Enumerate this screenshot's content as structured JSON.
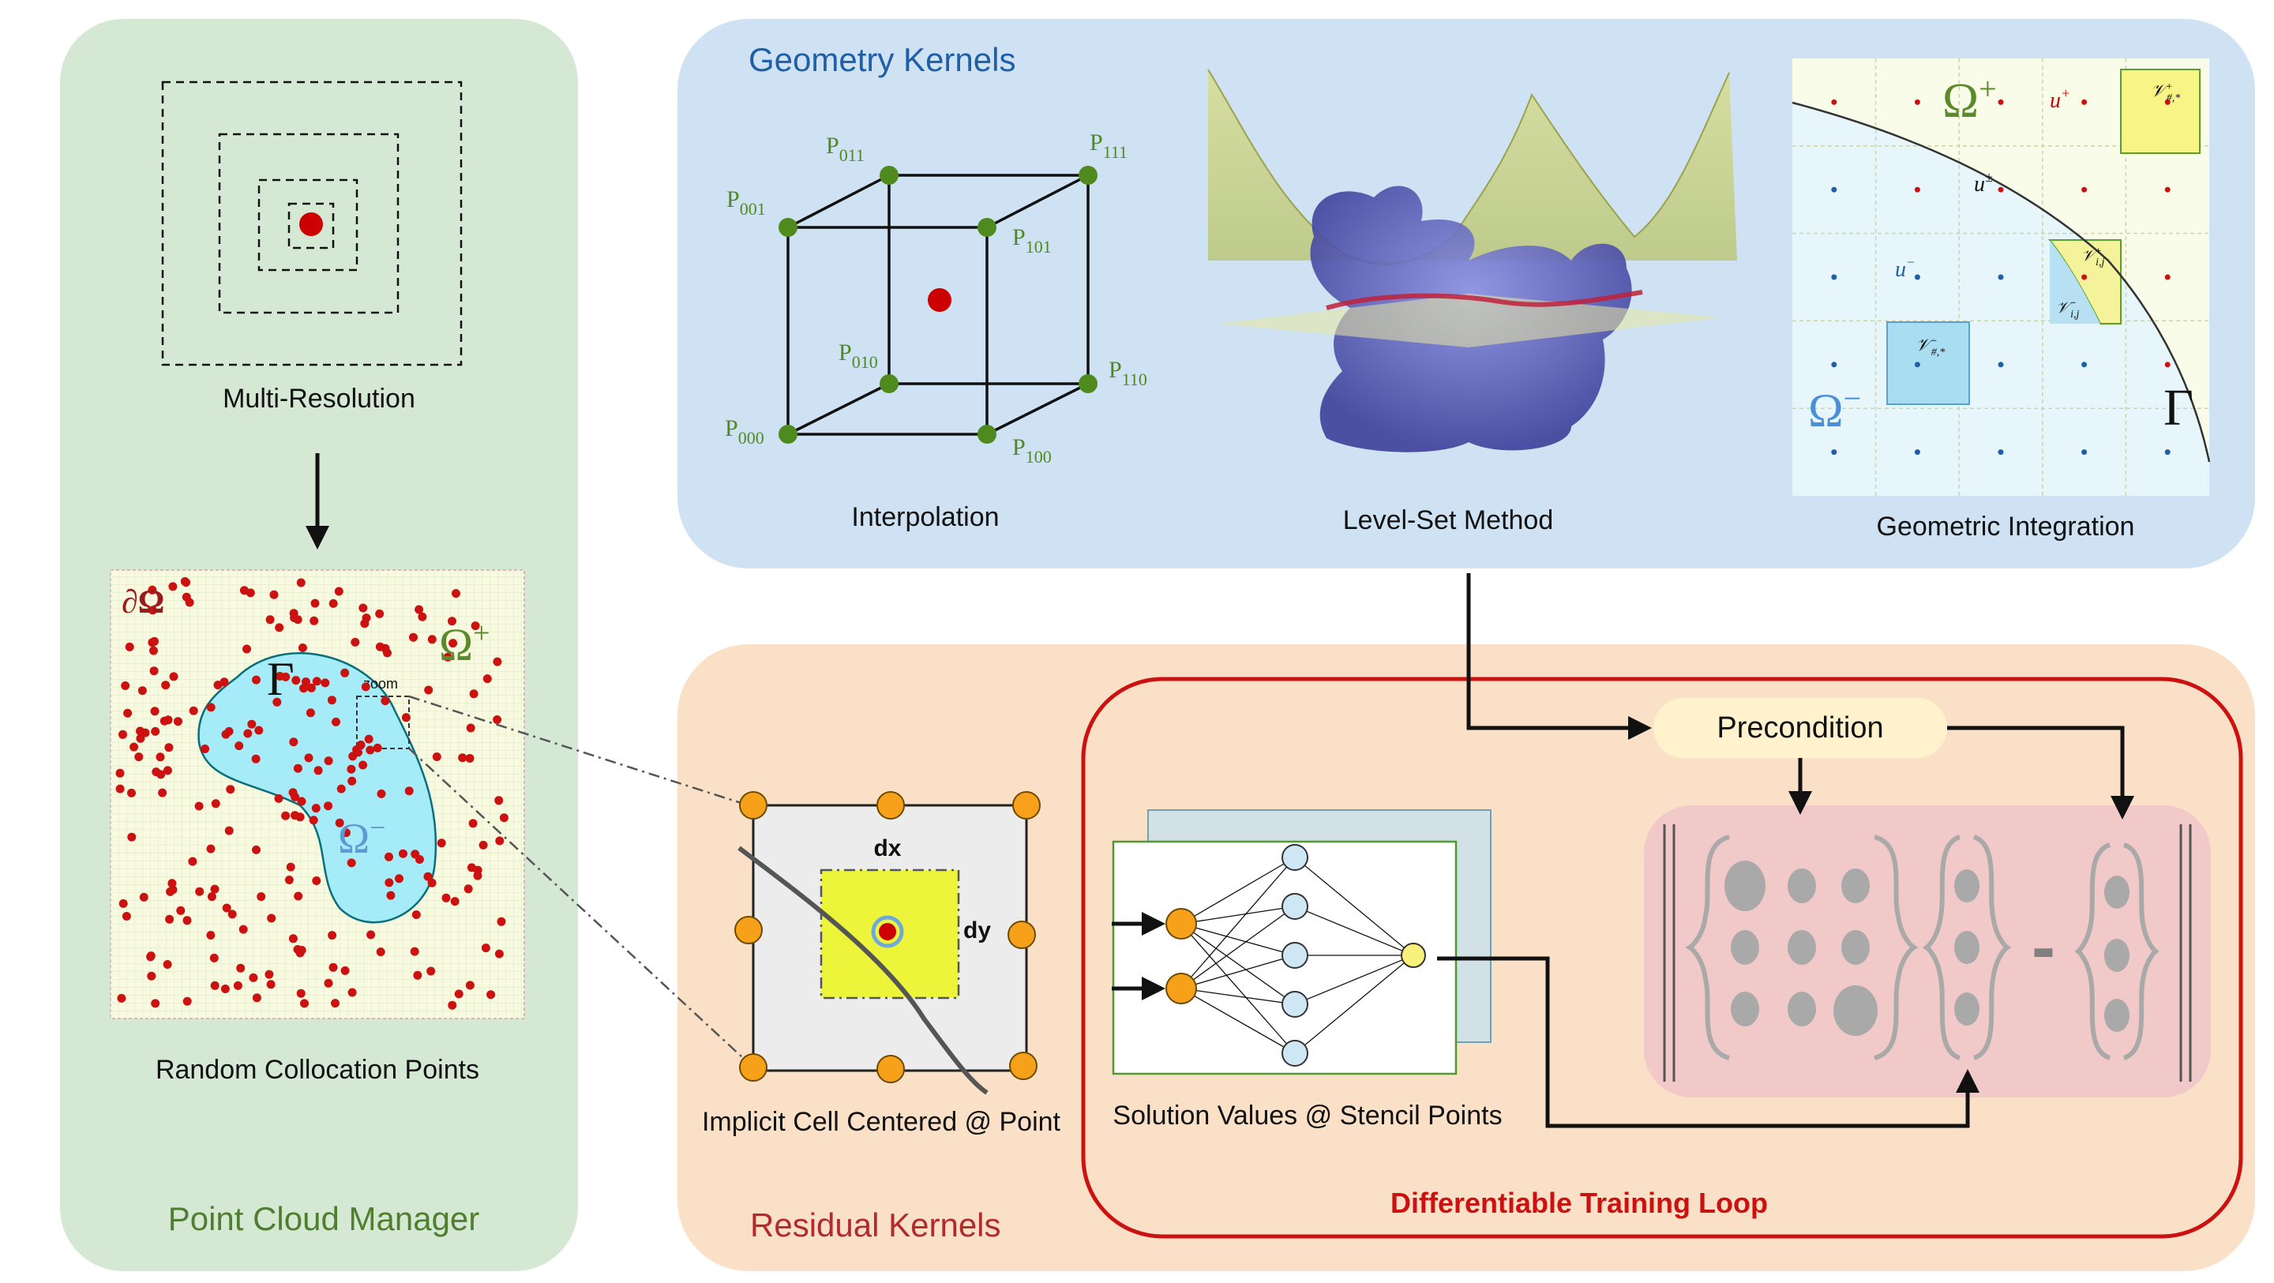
{
  "panels": {
    "point_cloud_manager": {
      "title": "Point Cloud Manager",
      "multires_label": "Multi-Resolution",
      "random_label": "Random Collocation Points",
      "boundary_label": "∂Ω",
      "omega_plus": "Ω",
      "plus_sup": "+",
      "gamma": "Γ",
      "omega_minus": "Ω",
      "minus_sup": "−",
      "zoom_label": "zoom"
    },
    "geometry_kernels": {
      "title": "Geometry Kernels",
      "interpolation_label": "Interpolation",
      "levelset_label": "Level-Set Method",
      "integration_label": "Geometric Integration",
      "cube_points": [
        {
          "base": "P",
          "sub": "011"
        },
        {
          "base": "P",
          "sub": "111"
        },
        {
          "base": "P",
          "sub": "001"
        },
        {
          "base": "P",
          "sub": "101"
        },
        {
          "base": "P",
          "sub": "010"
        },
        {
          "base": "P",
          "sub": "110"
        },
        {
          "base": "P",
          "sub": "000"
        },
        {
          "base": "P",
          "sub": "100"
        }
      ],
      "integration_symbols": {
        "omega": "Ω",
        "plus": "+",
        "minus": "−",
        "u": "u",
        "pm": "±",
        "gamma": "Γ",
        "v": "𝒱",
        "hash": "#,*",
        "ij": "i,j"
      }
    },
    "residual_kernels": {
      "title": "Residual Kernels",
      "cell_label": "Implicit Cell Centered @ Point",
      "dx": "dx",
      "dy": "dy"
    },
    "training_loop": {
      "title": "Differentiable Training Loop",
      "precondition": "Precondition",
      "stencil_label": "Solution Values @ Stencil Points",
      "minus_sign": "-"
    }
  },
  "colors": {
    "green_panel": "#d5e8d4",
    "green_text": "#4f7f2e",
    "blue_panel": "#cfe2f3",
    "blue_text": "#1f5fa8",
    "orange_panel": "#fbe0c8",
    "red_text": "#b22a2a",
    "loop_border": "#cc1111",
    "precondition_fill": "#fff2cc",
    "residual_box": "#f2c9c9"
  }
}
